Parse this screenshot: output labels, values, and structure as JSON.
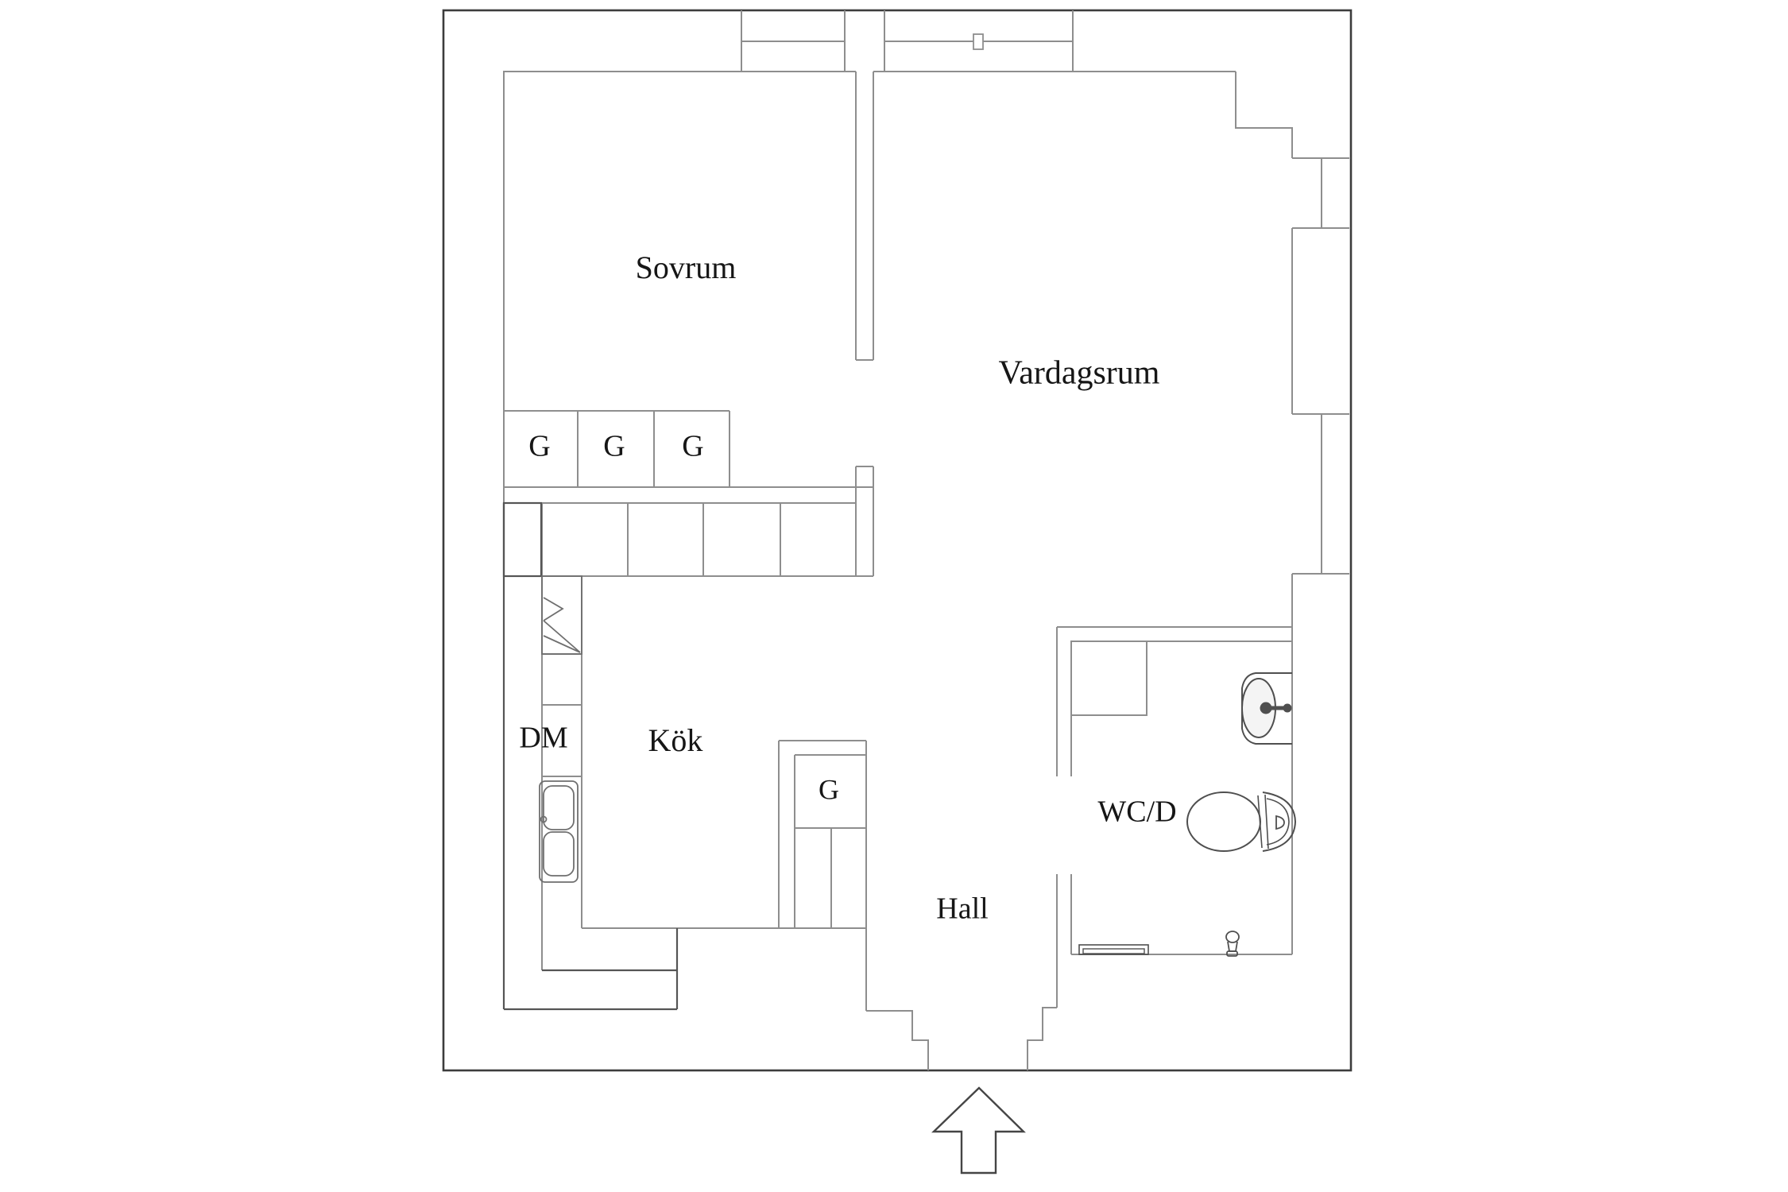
{
  "plan": {
    "type": "apartment-floorplan",
    "rooms": {
      "bedroom": {
        "label": "Sovrum"
      },
      "living_room": {
        "label": "Vardagsrum"
      },
      "kitchen": {
        "label": "Kök"
      },
      "hall": {
        "label": "Hall"
      },
      "bathroom": {
        "label": "WC/D"
      }
    },
    "appliances": {
      "dishwasher": {
        "label": "DM"
      }
    },
    "wardrobes": {
      "bedroom_row": [
        "G",
        "G",
        "G"
      ],
      "kitchen_unit": "G"
    },
    "icons": {
      "entrance_arrow": "arrow-up-entrance",
      "window_marker": "window-symbol",
      "kitchen_sink": "double-bowl-sink",
      "fridge": "fridge-triangle-symbol",
      "bathroom_sink": "washbasin-with-faucet",
      "toilet": "toilet-seat-and-tank",
      "radiator": "radiator-nested-rect",
      "floor_valve": "small-floor-fixture"
    },
    "colors": {
      "background": "#ffffff",
      "outer_wall": "#3c3c3c",
      "inner_wall": "#8e8e8e",
      "dark_wall": "#555555",
      "fixture": "#4f4f4f",
      "text": "#161616"
    }
  }
}
